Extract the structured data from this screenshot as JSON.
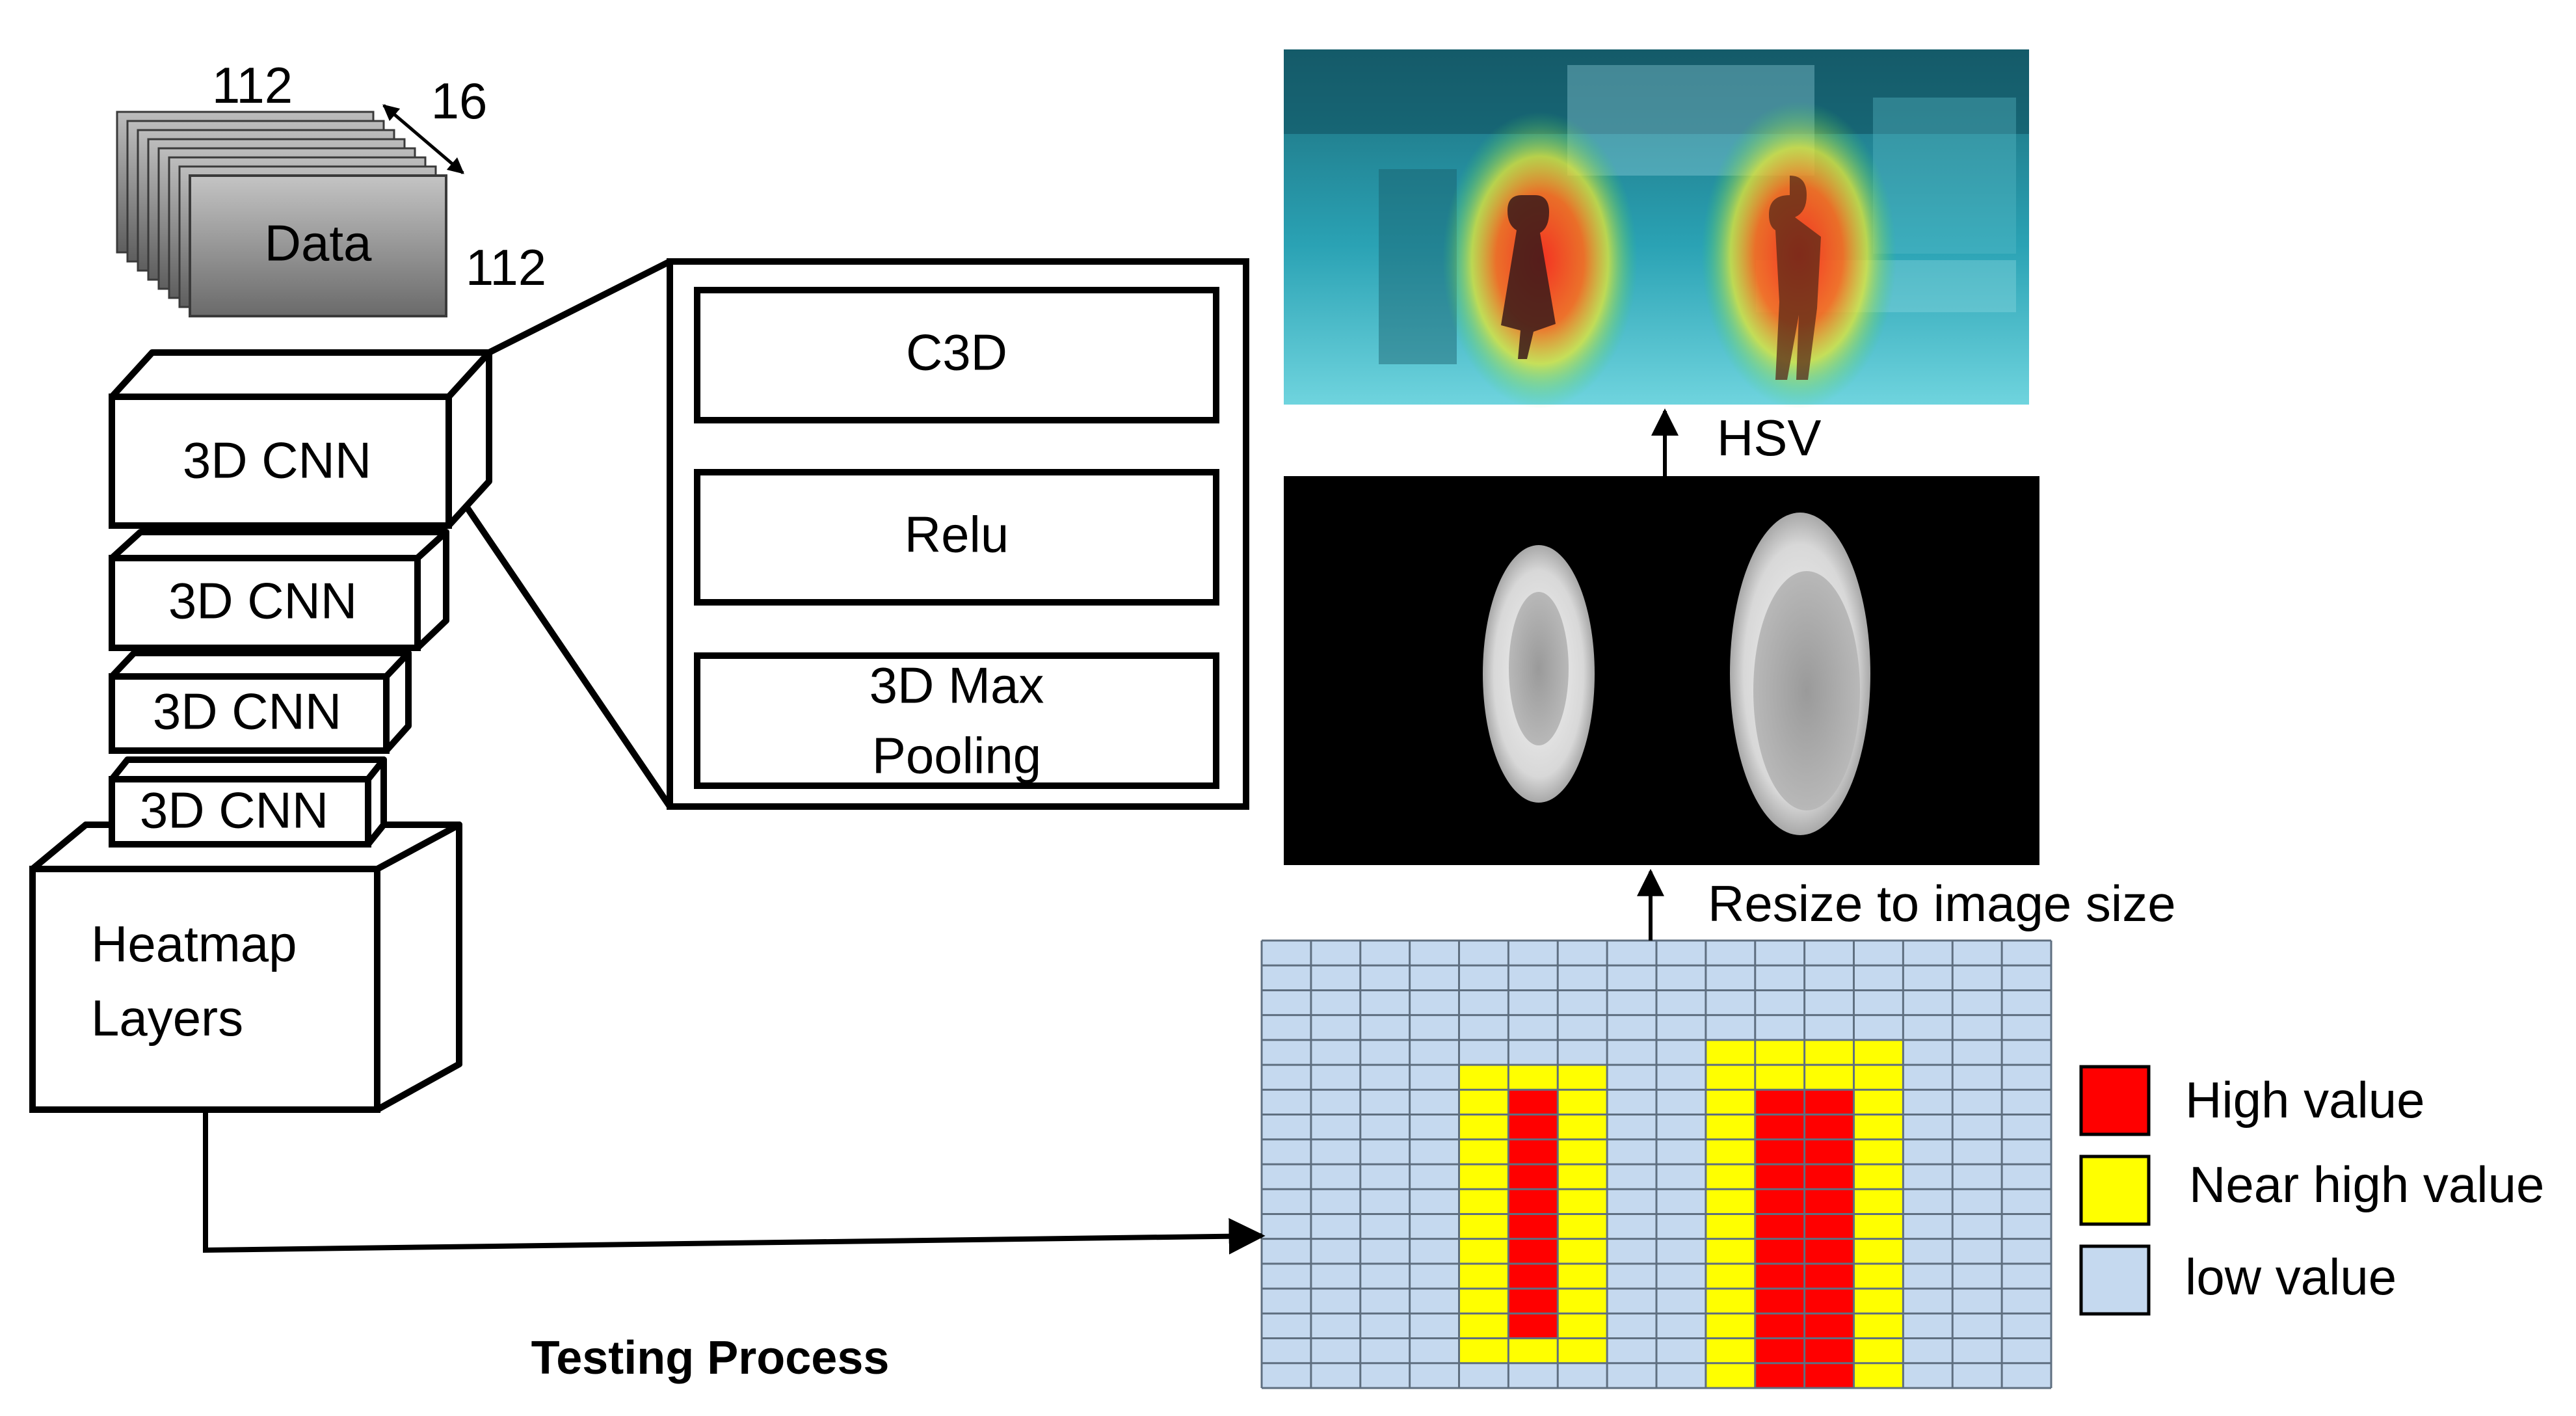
{
  "data_block": {
    "label": "Data",
    "dim_width": "112",
    "dim_height": "112",
    "dim_depth": "16"
  },
  "cnn_stack": [
    {
      "label": "3D CNN"
    },
    {
      "label": "3D CNN"
    },
    {
      "label": "3D CNN"
    },
    {
      "label": "3D CNN"
    }
  ],
  "heatmap_block": {
    "line1": "Heatmap",
    "line2": "Layers"
  },
  "detail_panel": [
    {
      "line1": "C3D",
      "line2": ""
    },
    {
      "line1": "Relu",
      "line2": ""
    },
    {
      "line1": "3D Max",
      "line2": "Pooling"
    }
  ],
  "arrows": {
    "hsv_label": "HSV",
    "resize_label": "Resize to image size"
  },
  "legend": [
    {
      "label": "High value",
      "color": "#ff0000"
    },
    {
      "label": "Near high value",
      "color": "#ffff00"
    },
    {
      "label": "low value",
      "color": "#c5d9ef"
    }
  ],
  "caption": "Testing Process",
  "colors": {
    "grid_bg": "#c5d9ef",
    "grid_line": "#5f6f80",
    "high": "#ff0000",
    "near": "#ffff00"
  }
}
